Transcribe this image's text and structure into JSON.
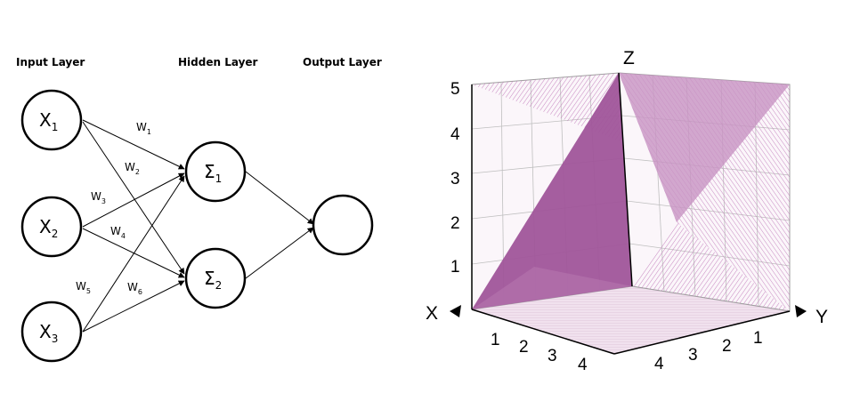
{
  "network": {
    "layer_titles": {
      "input": "Input Layer",
      "hidden": "Hidden Layer",
      "output": "Output Layer"
    },
    "inputs": [
      {
        "base": "X",
        "sub": "1"
      },
      {
        "base": "X",
        "sub": "2"
      },
      {
        "base": "X",
        "sub": "3"
      }
    ],
    "hidden": [
      {
        "base": "Σ",
        "sub": "1"
      },
      {
        "base": "Σ",
        "sub": "2"
      }
    ],
    "output": {
      "base": "",
      "sub": ""
    },
    "weights": [
      {
        "base": "W",
        "sub": "1"
      },
      {
        "base": "W",
        "sub": "2"
      },
      {
        "base": "W",
        "sub": "3"
      },
      {
        "base": "W",
        "sub": "4"
      },
      {
        "base": "W",
        "sub": "5"
      },
      {
        "base": "W",
        "sub": "6"
      }
    ]
  },
  "plot3d": {
    "axes": {
      "x": "X",
      "y": "Y",
      "z": "Z"
    },
    "z_ticks": [
      "1",
      "2",
      "3",
      "4",
      "5"
    ],
    "x_ticks": [
      "1",
      "2",
      "3",
      "4"
    ],
    "y_ticks": [
      "1",
      "2",
      "3",
      "4"
    ],
    "colors": {
      "surface_solid": "#a0559a",
      "surface_light": "#c893c3",
      "grid_line": "#9e9e9e",
      "mesh_pink": "#d5a5d0"
    }
  }
}
